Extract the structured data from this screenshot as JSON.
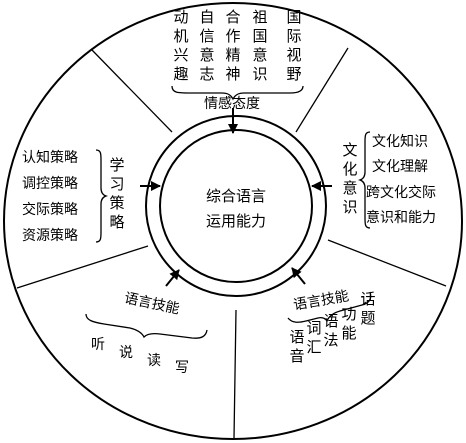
{
  "center": {
    "line1": "综合语言",
    "line2": "运用能力"
  },
  "affect": {
    "label": "情感态度",
    "columns": [
      "国际视野",
      "祖国意识",
      "合作精神",
      "自信意志",
      "动机兴趣"
    ]
  },
  "strategies": {
    "label": "学习策略",
    "items": [
      "认知策略",
      "调控策略",
      "交际策略",
      "资源策略"
    ]
  },
  "culture": {
    "label": "文化意识",
    "items": [
      "文化知识",
      "文化理解",
      "跨文化交际",
      "意识和能力"
    ]
  },
  "skills": {
    "label": "语言技能",
    "items": [
      "听",
      "说",
      "读",
      "写"
    ]
  },
  "knowledge": {
    "label": "语言技能",
    "columns": [
      "语音",
      "词汇",
      "语法",
      "功能",
      "话题"
    ]
  }
}
